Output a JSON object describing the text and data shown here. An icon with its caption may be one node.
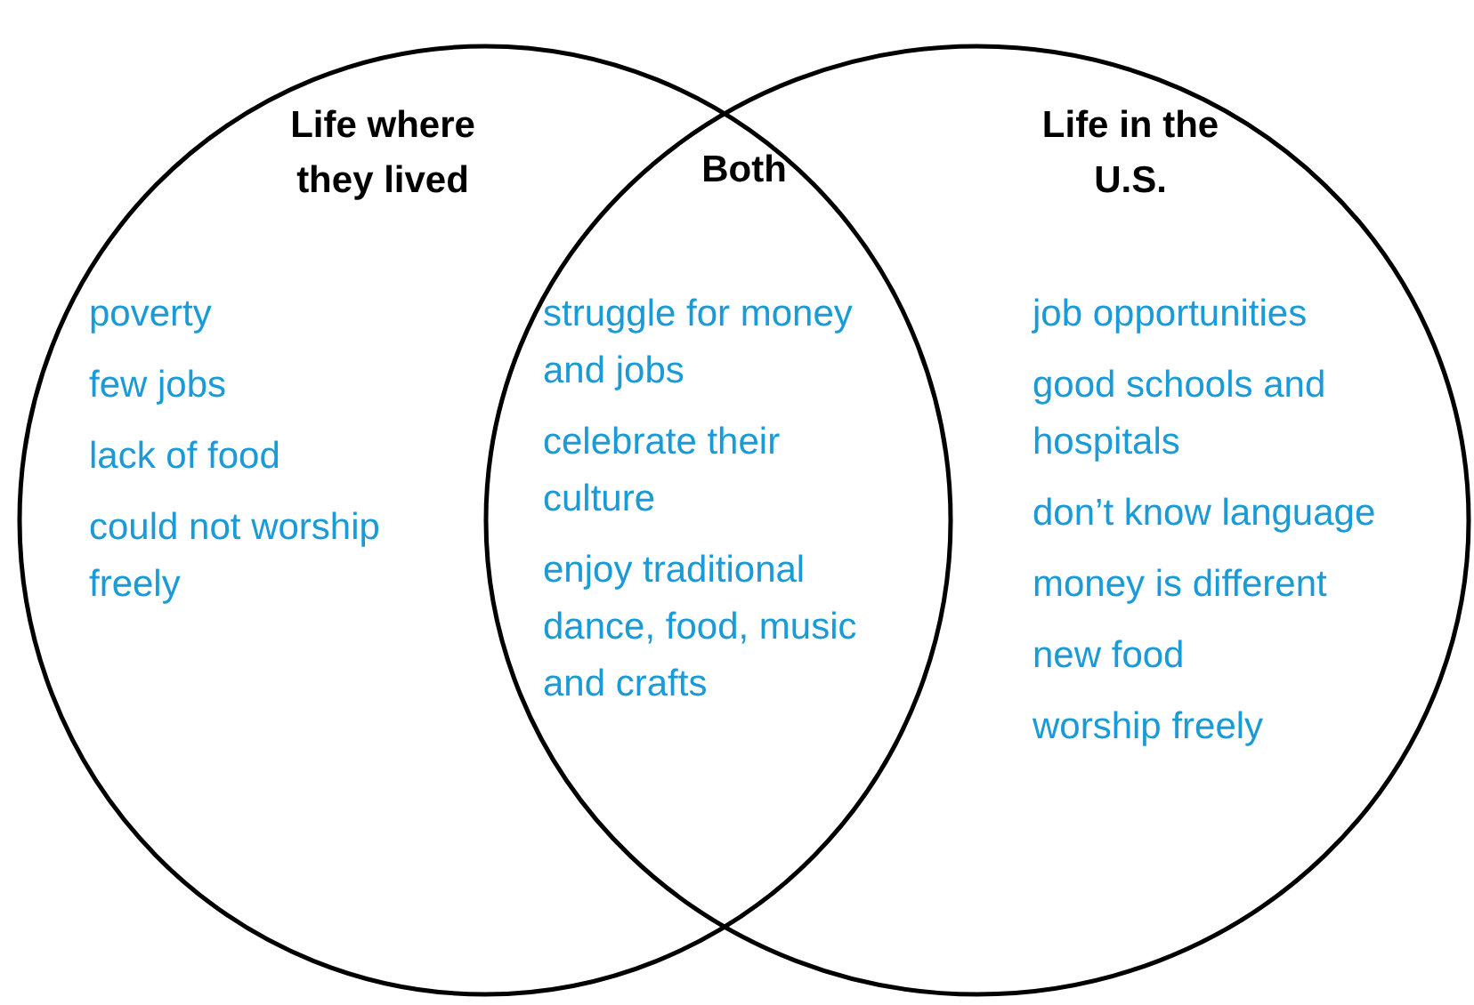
{
  "diagram": {
    "nodes": [
      {
        "text": [
          "Life where they lived",
          "poverty",
          "few jobs",
          "lack of food",
          "could not worship freely"
        ]
      },
      {
        "text": [
          "Life in the U.S.",
          "job opportunities",
          "good schools and hospitals",
          "don’t know language",
          "money is different",
          "new food",
          "worship freely"
        ]
      }
    ],
    "edges": [],
    "labels": [
      "Both",
      "struggle for money and jobs",
      "celebrate their culture",
      "enjoy traditional dance, food, music and crafts"
    ]
  }
}
